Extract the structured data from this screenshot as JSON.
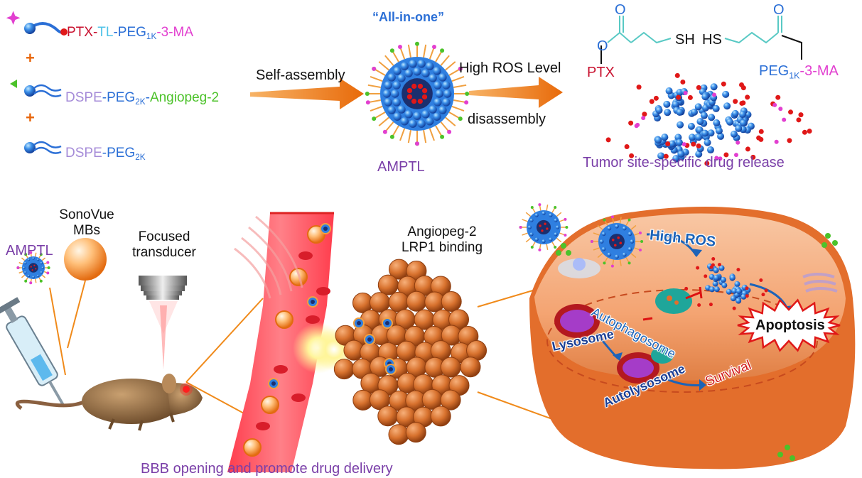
{
  "colors": {
    "red": "#c8102e",
    "cyan": "#4fc3e8",
    "blue": "#2b6fd6",
    "magenta": "#e23fd0",
    "lavender": "#a58bd8",
    "green": "#4cc22a",
    "purple": "#7a3fa8",
    "orange": "#f08a1a",
    "darkblue": "#1c3f94"
  },
  "components": {
    "row1": {
      "a": "PTX",
      "sep1": "-",
      "b": "TL",
      "sep2": "-",
      "c": "PEG",
      "c_sub": "1K",
      "sep3": "-",
      "d": "3-MA"
    },
    "plus1": "+",
    "row2": {
      "a": "DSPE",
      "sep1": "-",
      "b": "PEG",
      "b_sub": "2K",
      "sep2": "-",
      "c": "Angiopeg-2"
    },
    "plus2": "+",
    "row3": {
      "a": "DSPE",
      "sep1": "-",
      "b": "PEG",
      "b_sub": "2K"
    }
  },
  "assembly": {
    "self_assembly": "Self-assembly",
    "all_in_one": "“All-in-one”",
    "product": "AMPTL",
    "high_ros": "High ROS Level",
    "disassembly": "disassembly"
  },
  "structure": {
    "ptx": "PTX",
    "sh_left": "SH",
    "sh_right": "HS",
    "oxygen_top_left": "O",
    "oxygen_top_right": "O",
    "oxygen_ester": "O",
    "peg": "PEG",
    "peg_sub": "1K",
    "peg_dash": "-",
    "ma": "3-MA"
  },
  "release_caption": "Tumor site-specific drug release",
  "bottom": {
    "amptl": "AMPTL",
    "sonovue_l1": "SonoVue",
    "sonovue_l2": "MBs",
    "focused_l1": "Focused",
    "focused_l2": "transducer",
    "angiopeg_l1": "Angiopeg-2",
    "angiopeg_l2": "LRP1 binding",
    "bbb": "BBB opening  and promote drug delivery"
  },
  "cell": {
    "high_ros": "High ROS",
    "autophagosome": "Autophagosome",
    "lysosome": "Lysosome",
    "autolysosome": "Autolysosome",
    "survival": "Survival",
    "apoptosis": "Apoptosis"
  }
}
